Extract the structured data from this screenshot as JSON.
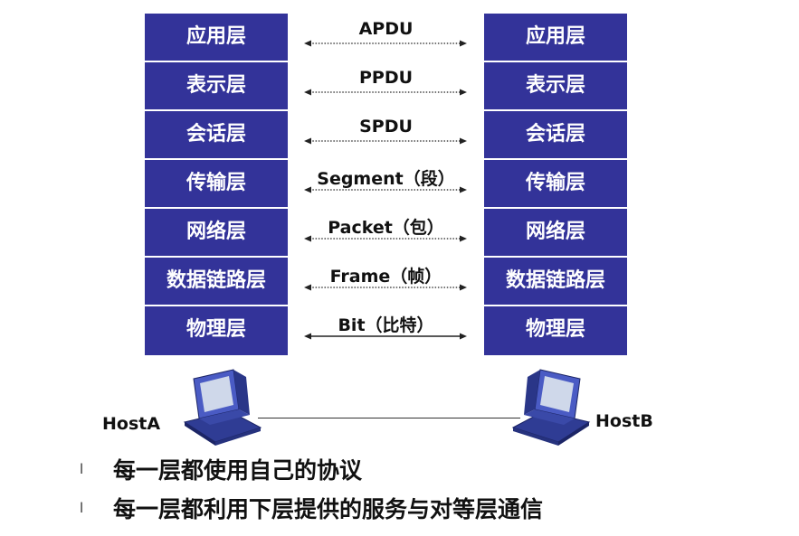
{
  "host_a": {
    "label": "HostA",
    "layers": [
      "应用层",
      "表示层",
      "会话层",
      "传输层",
      "网络层",
      "数据链路层",
      "物理层"
    ]
  },
  "host_b": {
    "label": "HostB",
    "layers": [
      "应用层",
      "表示层",
      "会话层",
      "传输层",
      "网络层",
      "数据链路层",
      "物理层"
    ]
  },
  "pdus": [
    "APDU",
    "PPDU",
    "SPDU",
    "Segment（段）",
    "Packet（包）",
    "Frame（帧）",
    "Bit（比特）"
  ],
  "bullets": [
    {
      "marker": "l",
      "text": "每一层都使用自己的协议"
    },
    {
      "marker": "l",
      "text": "每一层都利用下层提供的服务与对等层通信"
    }
  ],
  "colors": {
    "layer_fill": "#333399",
    "layer_text": "#ffffff",
    "monitor_body": "#3b4aa8"
  },
  "icons": [
    "computer-icon",
    "computer-icon"
  ]
}
